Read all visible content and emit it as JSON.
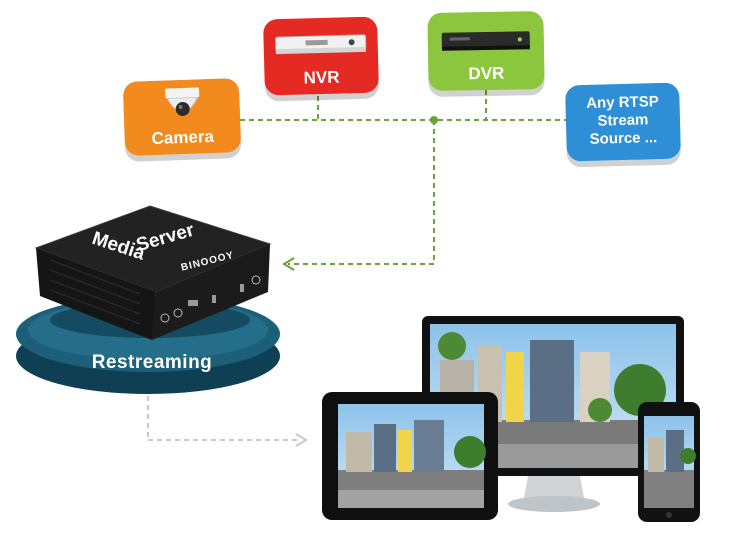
{
  "sources": {
    "camera_label": "Camera",
    "nvr_label": "NVR",
    "dvr_label": "DVR",
    "rtsp_lines": [
      "Any RTSP",
      "Stream",
      "Source ..."
    ]
  },
  "server": {
    "title_line_1": "Media",
    "title_line_2": "Server",
    "brand": "BINOOOY"
  },
  "platform_label": "Restreaming",
  "colors": {
    "camera": "#f28a1e",
    "nvr": "#e52a24",
    "dvr": "#8cc63f",
    "rtsp": "#2f8fd6",
    "connector": "#6aa534",
    "platform": "#1d5f78"
  },
  "icons": {
    "camera": "dome-camera-icon",
    "nvr": "nvr-recorder-icon",
    "dvr": "dvr-recorder-icon"
  }
}
